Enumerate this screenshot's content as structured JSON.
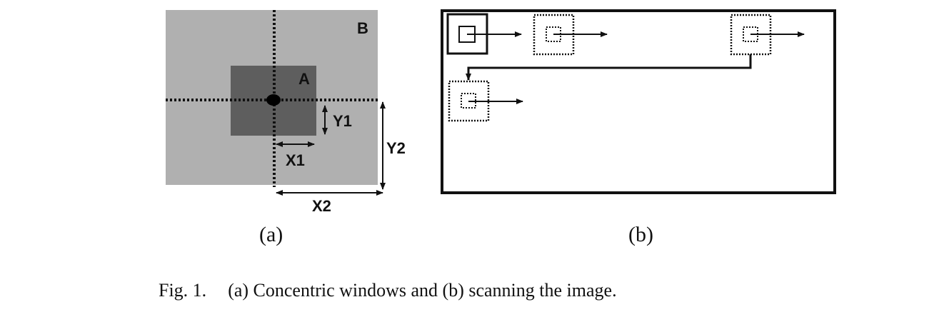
{
  "panel_a": {
    "outer_label": "B",
    "inner_label": "A",
    "dim_y1": "Y1",
    "dim_x1": "X1",
    "dim_y2": "Y2",
    "dim_x2": "X2",
    "sublabel": "(a)",
    "colors": {
      "outer": "#b0b0b0",
      "inner": "#5e5e5e"
    }
  },
  "panel_b": {
    "sublabel": "(b)"
  },
  "caption": {
    "number": "Fig. 1.",
    "text": "(a) Concentric windows and (b) scanning the image."
  }
}
